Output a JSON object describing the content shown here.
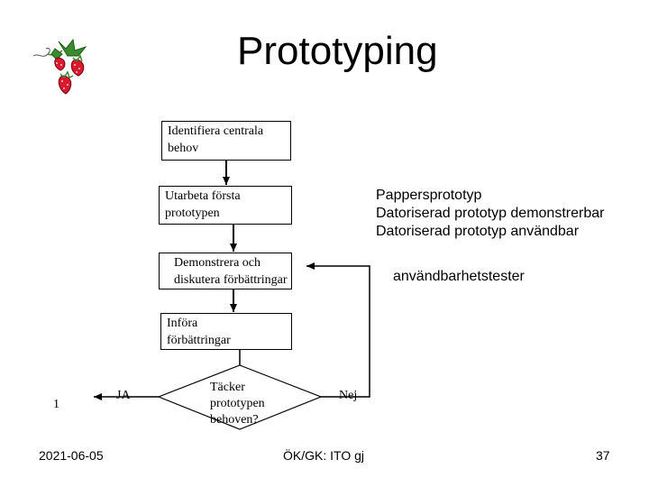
{
  "title": "Prototyping",
  "steps": {
    "identify": [
      "Identifiera centrala",
      "behov"
    ],
    "develop": [
      "Utarbeta första",
      "prototypen"
    ],
    "demonstrate": [
      "Demonstrera och",
      "diskutera förbättringar"
    ],
    "implement": [
      "Införa",
      "förbättringar"
    ],
    "decision": [
      "Täcker",
      "prototypen",
      "behoven?"
    ]
  },
  "prototype_types": [
    "Pappersprototyp",
    "Datoriserad prototyp demonstrerbar",
    "Datoriserad prototyp användbar"
  ],
  "usability_label": "användbarhetstester",
  "yes_label": "JA",
  "no_label": "Nej",
  "terminal_label": "1",
  "footer": {
    "date": "2021-06-05",
    "center": "ÖK/GK: ITO gj",
    "page": "37"
  },
  "colors": {
    "strawberry": "#d8192e",
    "leaf": "#3a8a2e",
    "line": "#000000"
  }
}
